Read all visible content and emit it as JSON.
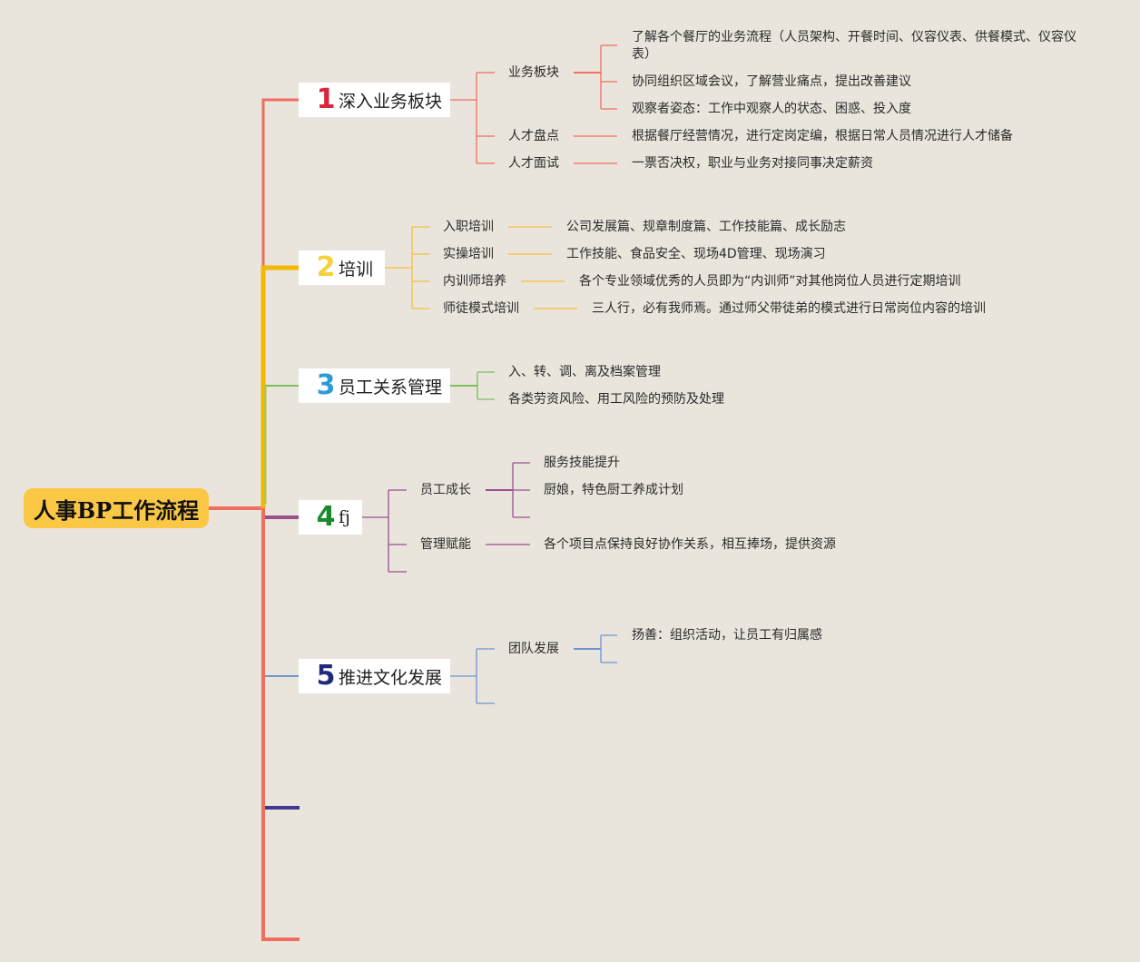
{
  "root": {
    "label": "人事BP工作流程"
  },
  "colors": {
    "b1": "#f06e5e",
    "b2": "#f5b800",
    "b3": "#7dbf5e",
    "b4": "#9a4f8f",
    "b5": "#6f94d2",
    "b6": "#3f3a8f",
    "num1": "#d9263a",
    "num2": "#f3d23c",
    "num3": "#2c9ad8",
    "num4": "#1b8a2f",
    "num5": "#1f2a7a"
  },
  "branches": [
    {
      "number": "1",
      "label": "深入业务板块",
      "subs": [
        {
          "label": "业务板块",
          "leaves": [
            "了解各个餐厅的业务流程（人员架构、开餐时间、仪容仪表、供餐模式、仪容仪表）",
            "协同组织区域会议，了解营业痛点，提出改善建议",
            "观察者姿态：工作中观察人的状态、困惑、投入度"
          ]
        },
        {
          "label": "人才盘点",
          "leaves": [
            "根据餐厅经营情况，进行定岗定编，根据日常人员情况进行人才储备"
          ]
        },
        {
          "label": "人才面试",
          "leaves": [
            "一票否决权，职业与业务对接同事决定薪资"
          ]
        }
      ]
    },
    {
      "number": "2",
      "label": "培训",
      "subs": [
        {
          "label": "入职培训",
          "leaves": [
            "公司发展篇、规章制度篇、工作技能篇、成长励志"
          ]
        },
        {
          "label": "实操培训",
          "leaves": [
            "工作技能、食品安全、现场4D管理、现场演习"
          ]
        },
        {
          "label": "内训师培养",
          "leaves": [
            "各个专业领域优秀的人员即为“内训师”对其他岗位人员进行定期培训"
          ]
        },
        {
          "label": "师徒模式培训",
          "leaves": [
            "三人行，必有我师焉。通过师父带徒弟的模式进行日常岗位内容的培训"
          ]
        }
      ]
    },
    {
      "number": "3",
      "label": "员工关系管理",
      "subs": [
        {
          "label": "入、转、调、离及档案管理"
        },
        {
          "label": "各类劳资风险、用工风险的预防及处理"
        }
      ]
    },
    {
      "number": "4",
      "label": "fj",
      "subs": [
        {
          "label": "员工成长",
          "leaves": [
            "服务技能提升",
            "厨娘，特色厨工养成计划"
          ]
        },
        {
          "label": "管理赋能",
          "leaves": [
            "各个项目点保持良好协作关系，相互捧场，提供资源"
          ]
        }
      ]
    },
    {
      "number": "5",
      "label": "推进文化发展",
      "subs": [
        {
          "label": "团队发展",
          "leaves": [
            "扬善：组织活动，让员工有归属感"
          ]
        }
      ]
    }
  ]
}
